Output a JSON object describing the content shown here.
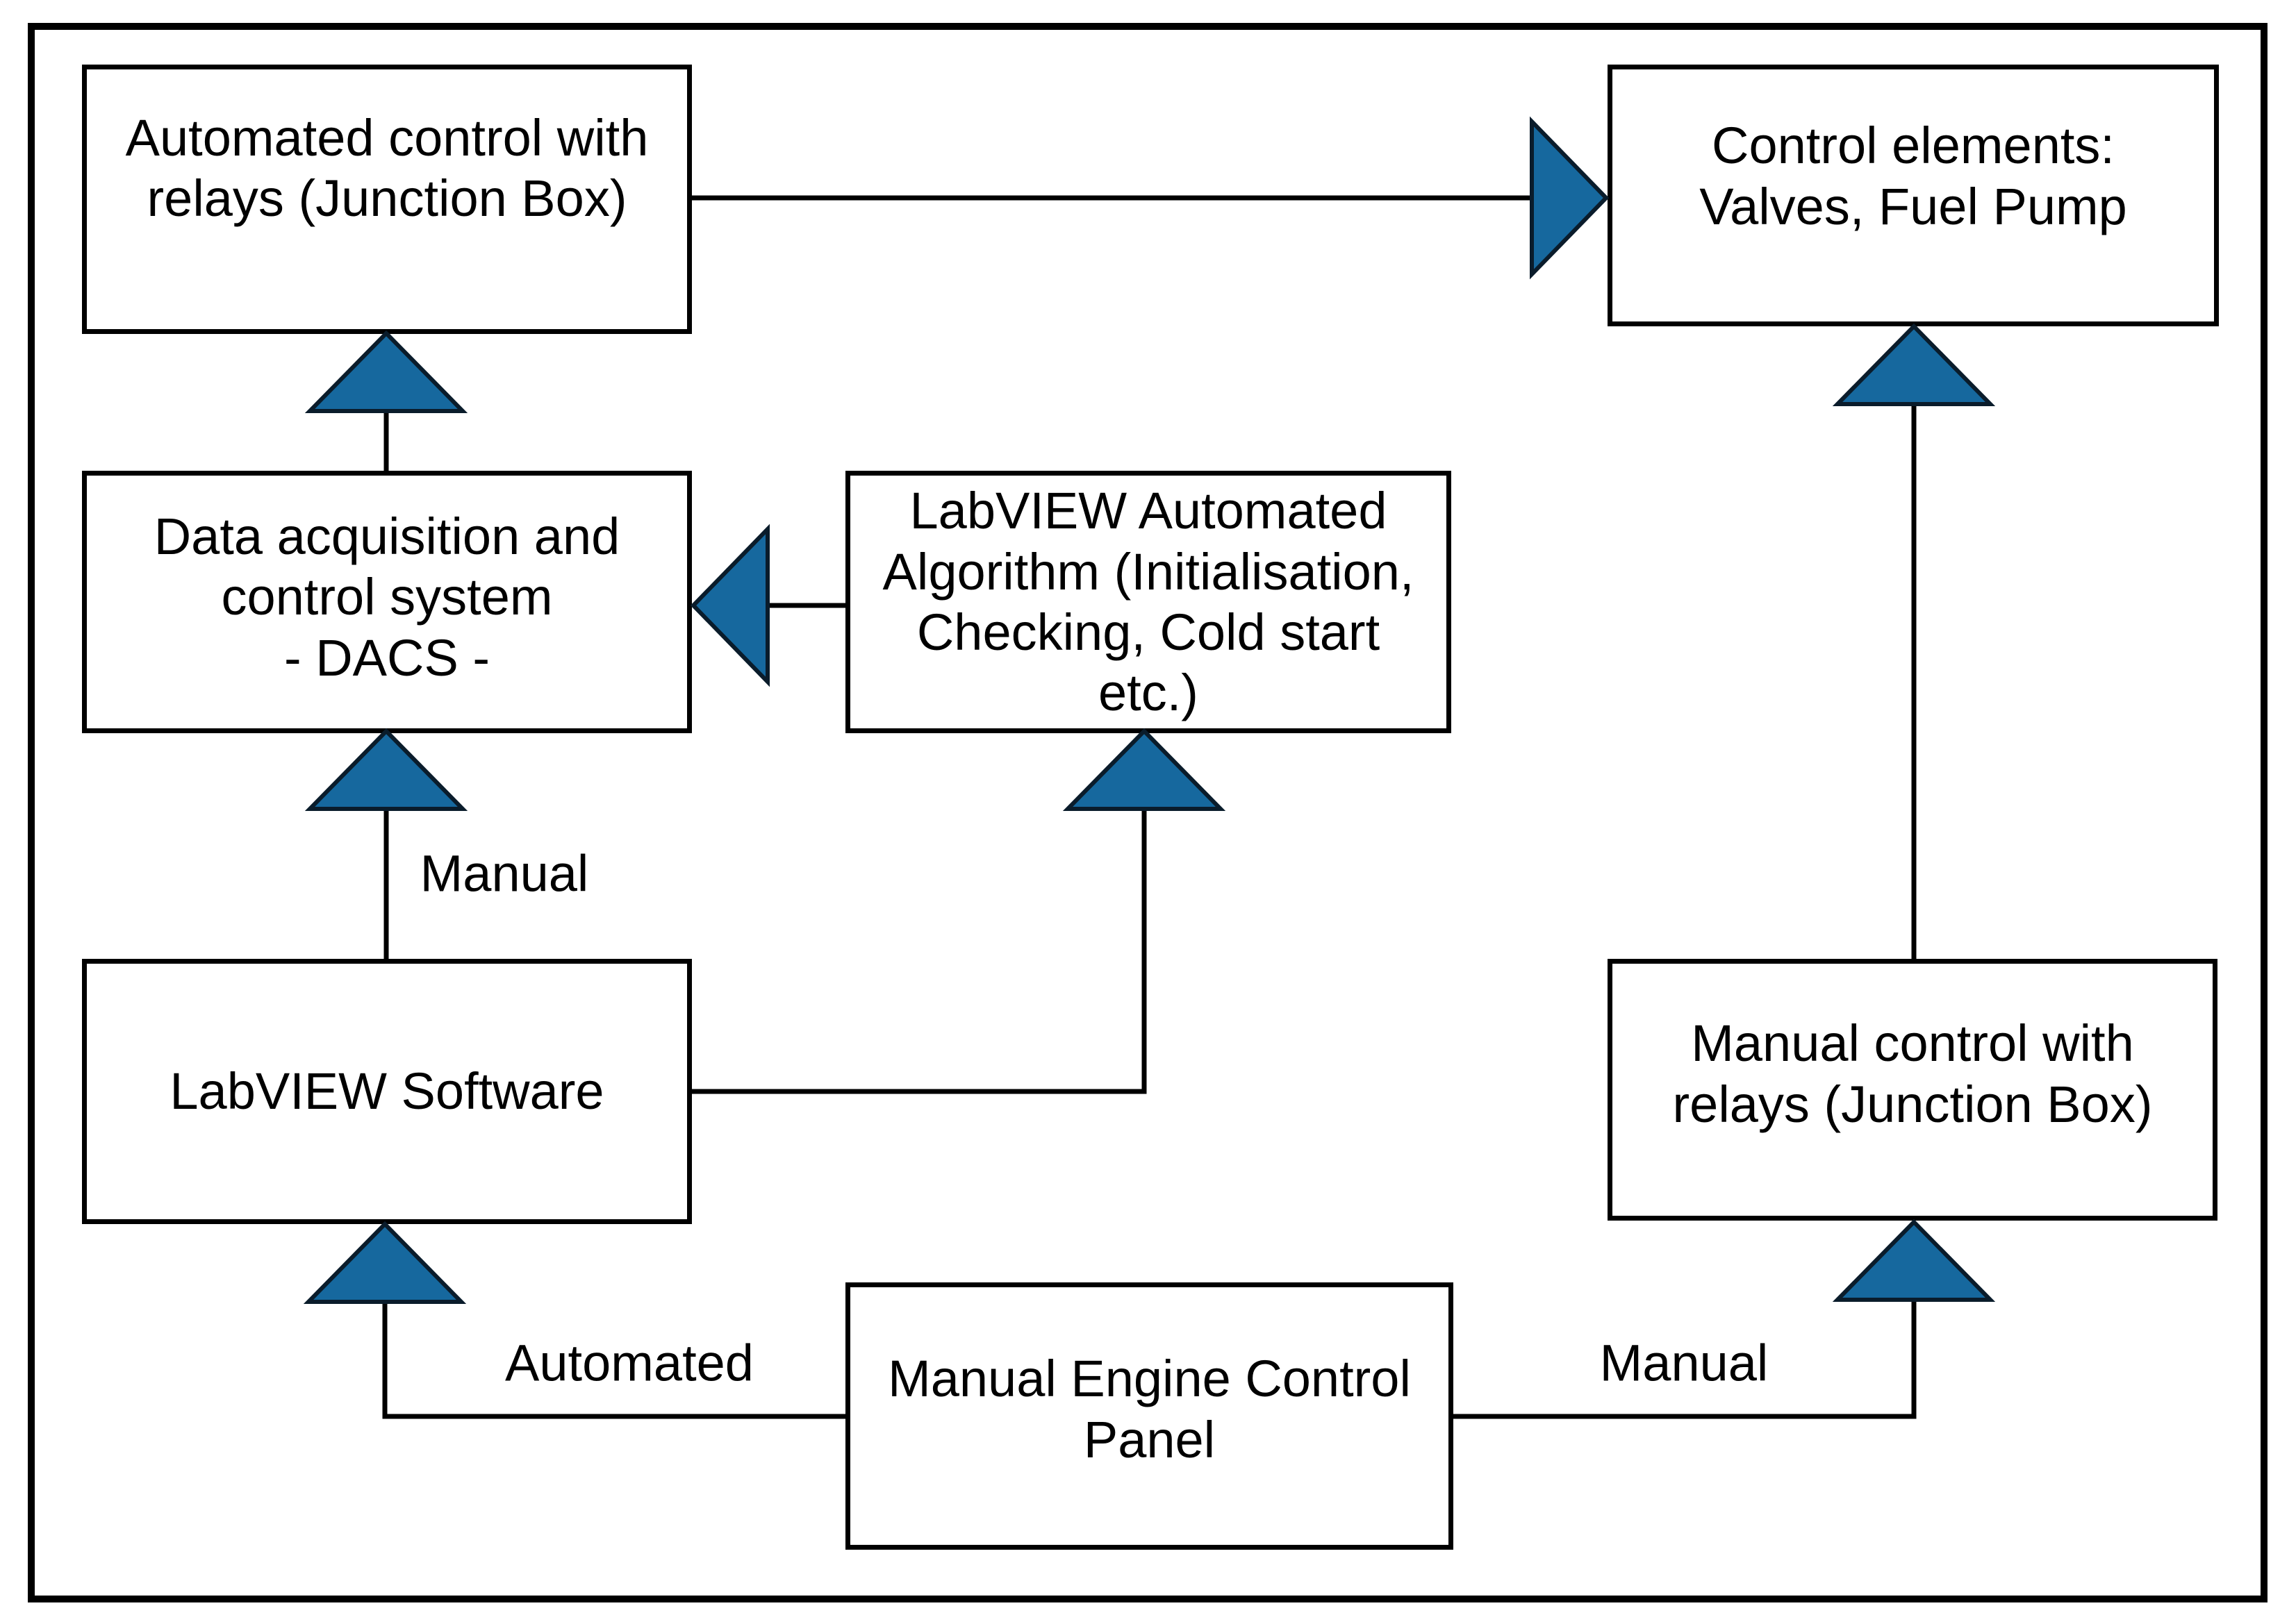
{
  "diagram": {
    "colors": {
      "arrow_fill": "#16689E",
      "arrow_stroke": "#0A1C2B",
      "line": "#000000",
      "box_border": "#000000",
      "text": "#000000",
      "background": "#FFFFFF"
    },
    "boxes": {
      "automated_control": {
        "label": "Automated control with\nrelays (Junction Box)"
      },
      "control_elements": {
        "label": "Control elements:\nValves, Fuel Pump"
      },
      "dacs": {
        "label": "Data acquisition and\ncontrol system\n- DACS -"
      },
      "labview_algorithm": {
        "label": "LabVIEW Automated\nAlgorithm (Initialisation,\nChecking, Cold start\netc.)"
      },
      "labview_software": {
        "label": "LabVIEW Software"
      },
      "manual_control": {
        "label": "Manual control with\nrelays (Junction Box)"
      },
      "manual_engine_panel": {
        "label": "Manual Engine Control\nPanel"
      }
    },
    "edge_labels": {
      "manual_upper": "Manual",
      "automated": "Automated",
      "manual_lower": "Manual"
    }
  }
}
